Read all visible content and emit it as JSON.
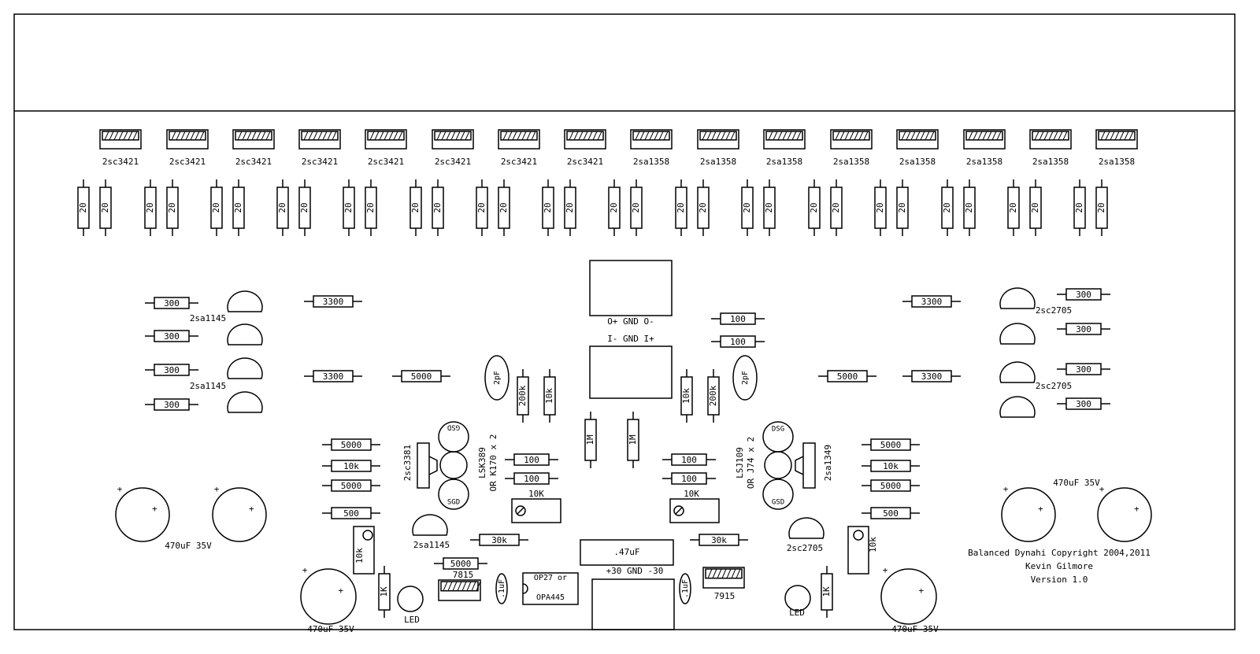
{
  "transistor_row": [
    "2sc3421",
    "2sc3421",
    "2sc3421",
    "2sc3421",
    "2sc3421",
    "2sc3421",
    "2sc3421",
    "2sc3421",
    "2sa1358",
    "2sa1358",
    "2sa1358",
    "2sa1358",
    "2sa1358",
    "2sa1358",
    "2sa1358",
    "2sa1358"
  ],
  "emitter_resistor": "20",
  "labels": {
    "r300": "300",
    "r3300": "3300",
    "r5000": "5000",
    "r10k": "10k",
    "r500": "500",
    "r100": "100",
    "r30k": "30k",
    "r1M": "1M",
    "r200k": "200k",
    "r1K": "1K",
    "cap2pF": "2pF",
    "cap47": ".47uF",
    "cap1uF": ".1uF",
    "trim10K": "10K",
    "bulk_cap": "470uF 35V",
    "plus": "+",
    "led": "LED",
    "t_2sa1145": "2sa1145",
    "t_2sc2705": "2sc2705",
    "t_2sc3381": "2sc3381",
    "t_2sa1349": "2sa1349",
    "lsk389_a": "LSK389",
    "lsk389_b": "OR K170 x 2",
    "lsj109_a": "LSJ109",
    "lsj109_b": "OR J74 x 2",
    "fet_g": "G",
    "fet_s": "S",
    "fet_d": "D",
    "out_terms": "O+  GND  O-",
    "in_terms": "I-  GND  I+",
    "supply_terms": "+30   GND   -30",
    "reg_pos": "7815",
    "reg_neg": "7915",
    "opamp_a": "OP27 or",
    "opamp_b": "OPA445"
  },
  "title_block": {
    "line1": "Balanced Dynahi Copyright 2004,2011",
    "line2": "Kevin Gilmore",
    "line3": "Version 1.0"
  }
}
